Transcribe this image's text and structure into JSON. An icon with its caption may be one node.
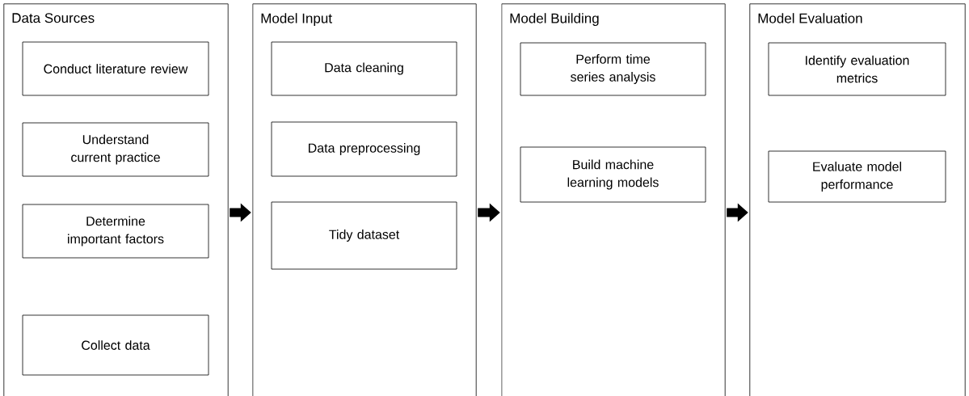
{
  "diagram": {
    "nodes": [
      {
        "text": [
          "Data Sources"
        ]
      },
      {
        "text": [
          "Conduct literature review"
        ],
        "in": 0
      },
      {
        "text": [
          "Understand current practice"
        ],
        "in": 0
      },
      {
        "text": [
          "Determine important factors"
        ],
        "in": 0
      },
      {
        "text": [
          "Collect data"
        ],
        "in": 0
      },
      {
        "text": [
          "Model Input"
        ]
      },
      {
        "text": [
          "Data cleaning"
        ],
        "in": 5
      },
      {
        "text": [
          "Data preprocessing"
        ],
        "in": 5
      },
      {
        "text": [
          "Tidy dataset"
        ],
        "in": 5
      },
      {
        "text": [
          "Model Building"
        ]
      },
      {
        "text": [
          "Perform time series analysis"
        ],
        "in": 9
      },
      {
        "text": [
          "Build machine learning models"
        ],
        "in": 9
      },
      {
        "text": [
          "Model Evaluation"
        ]
      },
      {
        "text": [
          "Identify evaluation metrics"
        ],
        "in": 12
      },
      {
        "text": [
          "Evaluate model performance"
        ],
        "in": 12
      }
    ],
    "edges": [
      {
        "from": 0,
        "to": 5,
        "arrow": "to"
      },
      {
        "from": 5,
        "to": 9,
        "arrow": "to"
      },
      {
        "from": 9,
        "to": 12,
        "arrow": "to"
      }
    ]
  }
}
